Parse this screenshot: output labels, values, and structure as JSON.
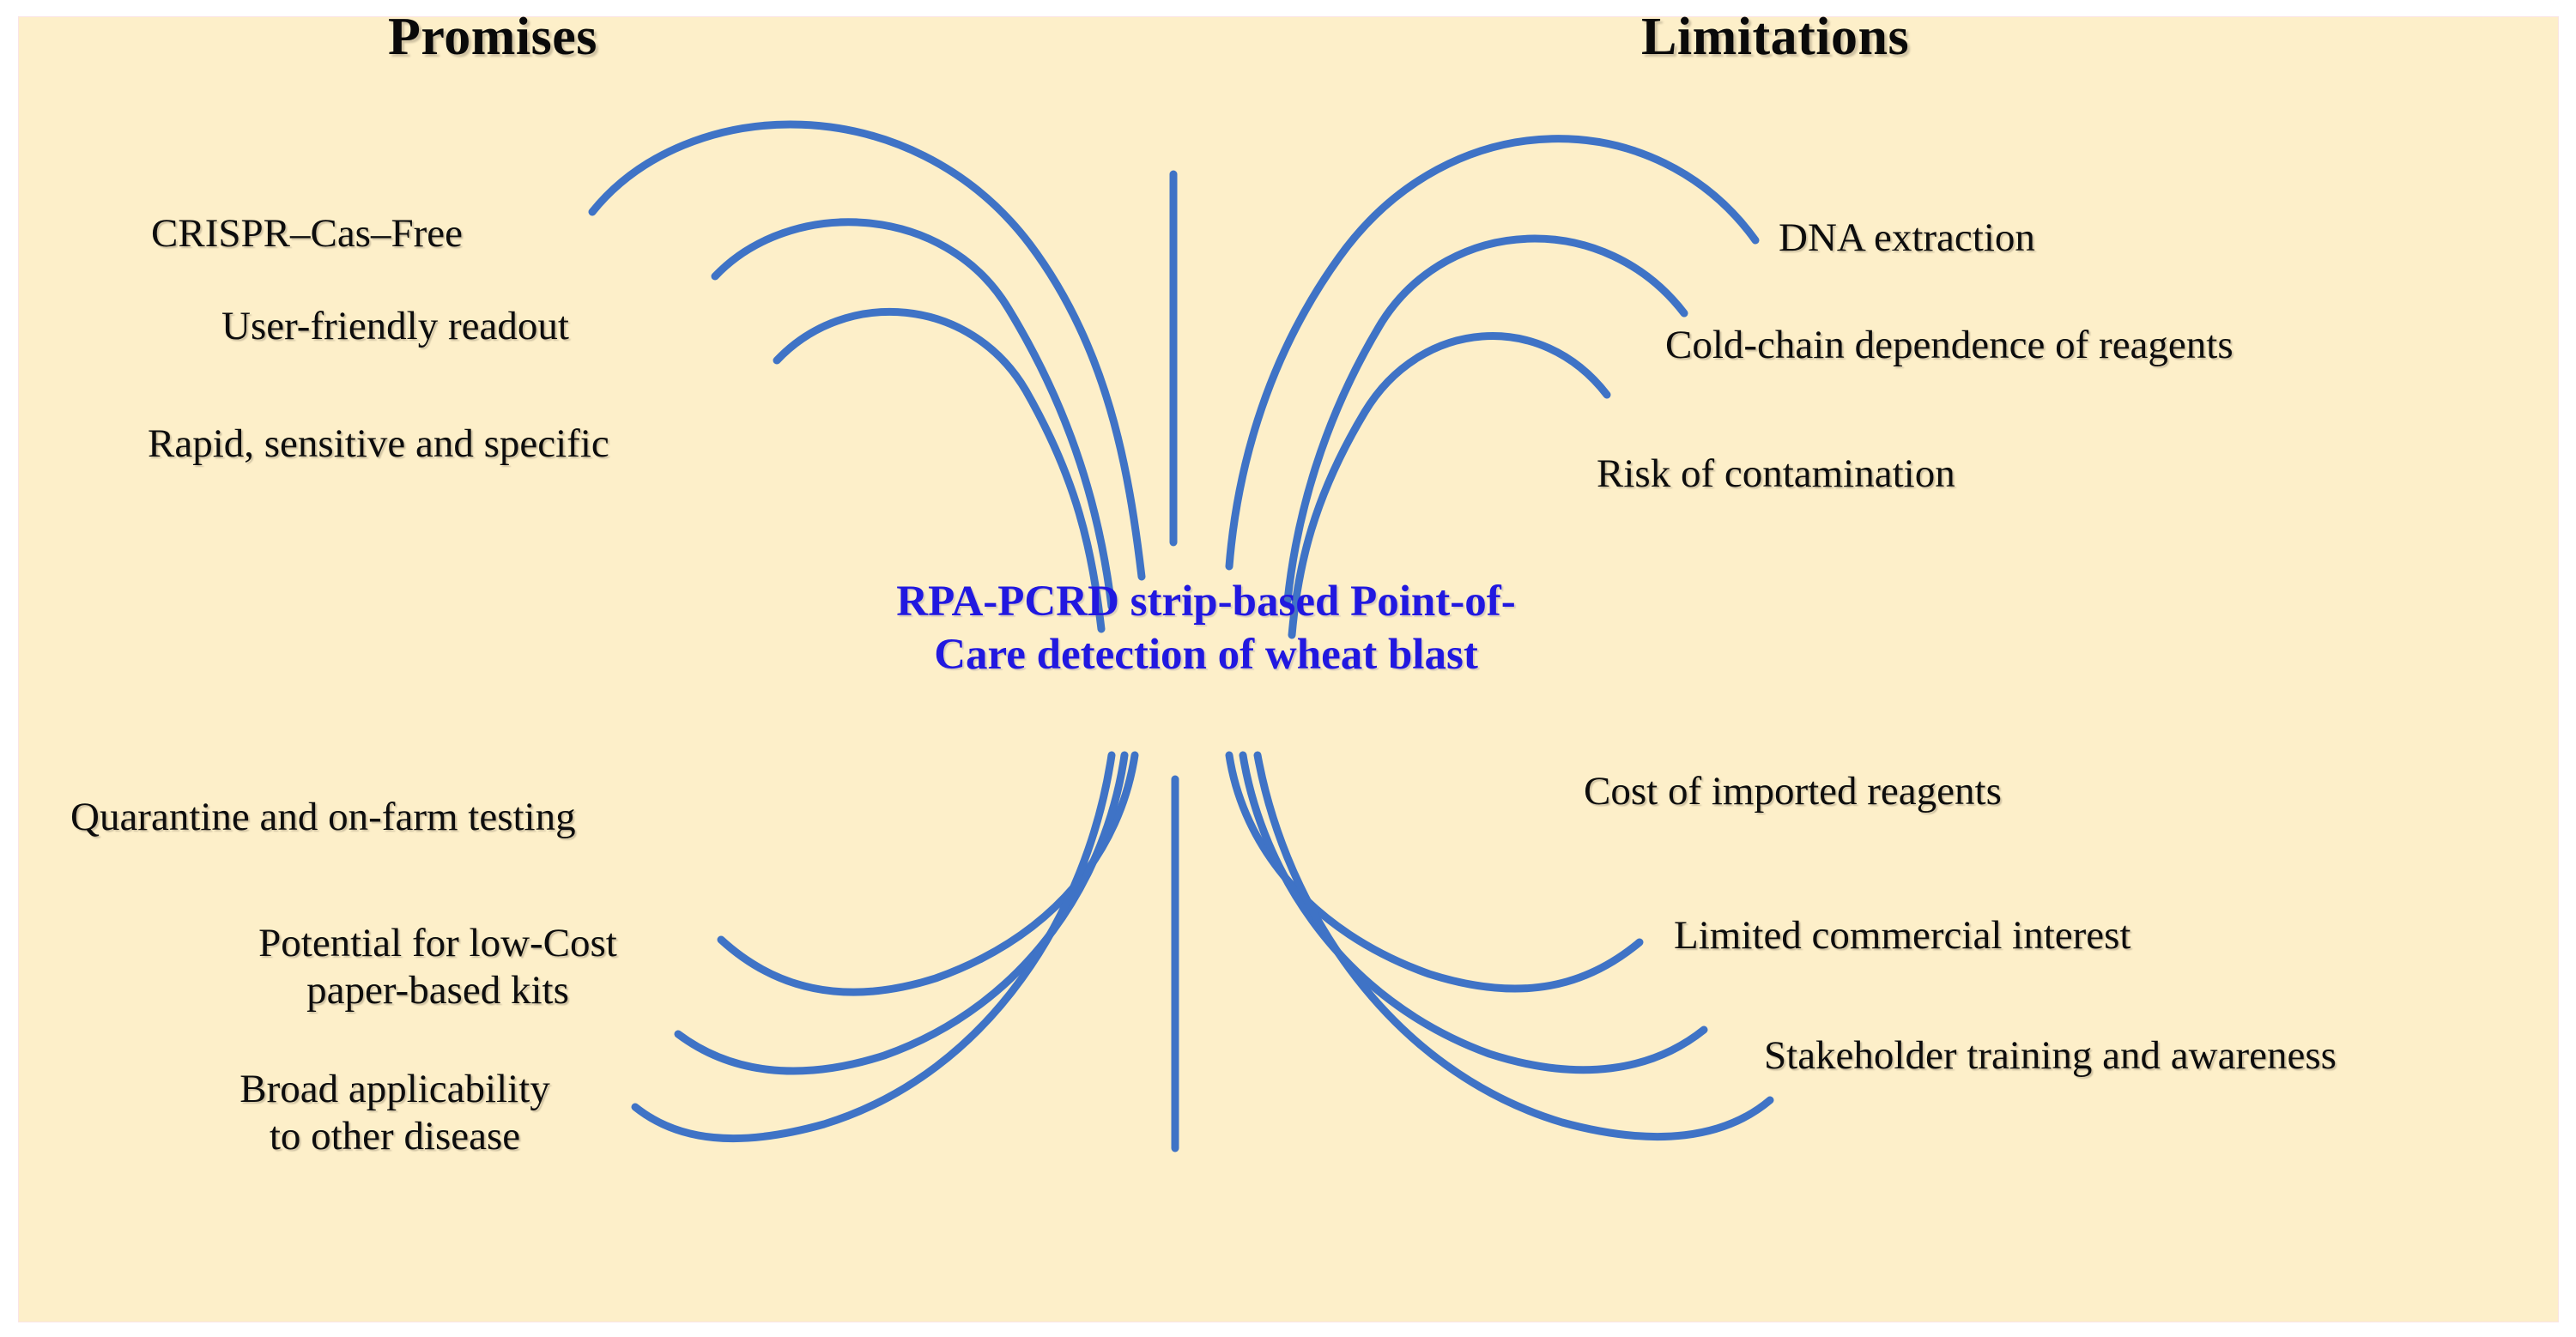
{
  "panel": {
    "background_color": "#fdefc9",
    "accent_color": "#3f73c6",
    "center_text_color": "#2118e0",
    "text_color": "#0d0d0d"
  },
  "headings": {
    "left": "Promises",
    "right": "Limitations"
  },
  "center": {
    "line1": "RPA-PCRD strip-based Point-of-",
    "line2": "Care detection of wheat blast"
  },
  "promises": [
    {
      "label": "CRISPR–Cas–Free"
    },
    {
      "label": "User-friendly readout"
    },
    {
      "label": "Rapid, sensitive and specific"
    },
    {
      "label": "Quarantine and on-farm testing"
    },
    {
      "label_line1": "Potential for low-Cost",
      "label_line2": "paper-based kits"
    },
    {
      "label_line1": "Broad applicability",
      "label_line2": "to other disease"
    }
  ],
  "limitations": [
    {
      "label": "DNA extraction"
    },
    {
      "label": "Cold-chain dependence of reagents"
    },
    {
      "label": "Risk of contamination"
    },
    {
      "label": "Cost of imported reagents"
    },
    {
      "label": "Limited commercial interest"
    },
    {
      "label": "Stakeholder training and awareness"
    }
  ]
}
